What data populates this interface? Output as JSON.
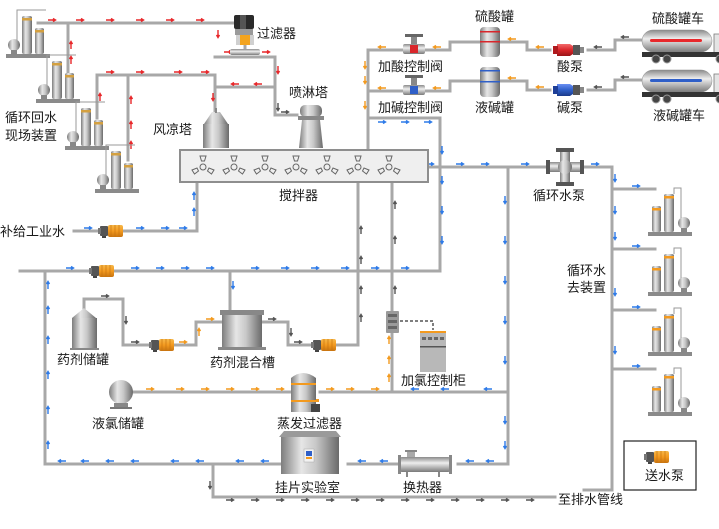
{
  "diagram": {
    "title": "循环水处理工艺流程",
    "colors": {
      "pipe": "#a8a8a8",
      "flow_red": "#e8282b",
      "flow_blue": "#2f7be8",
      "flow_orange": "#f39a1f",
      "flow_gray": "#555555",
      "acid_band": "#d9262b",
      "alkali_band": "#2f5fc8",
      "pump_orange": "#f0a020",
      "tank_band": "#e8a040"
    },
    "labels": {
      "filter": "过滤器",
      "spray_tower": "喷淋塔",
      "cooling_tower": "风凉塔",
      "agitator": "搅拌器",
      "return_water_device": [
        "循环回水",
        "现场装置"
      ],
      "makeup_water": "补给工业水",
      "acid_valve": "加酸控制阀",
      "alkali_valve": "加碱控制阀",
      "sulfuric_tank": "硫酸罐",
      "alkali_tank": "液碱罐",
      "acid_pump": "酸泵",
      "alkali_pump": "碱泵",
      "sulfuric_truck": "硫酸罐车",
      "alkali_truck": "液碱罐车",
      "circ_pump": "循环水泵",
      "circ_out_device": [
        "循环水",
        "去装置"
      ],
      "chem_storage": "药剂储罐",
      "chem_mix": "药剂混合槽",
      "chlorine_cabinet": "加氯控制柜",
      "liquid_chlorine": "液氯储罐",
      "evap_filter": "蒸发过滤器",
      "coupon_lab": "挂片实验室",
      "heat_exchanger": "换热器",
      "to_drain": "至排水管线"
    },
    "legend": {
      "item_label": "送水泵",
      "icon": "water-pump-icon"
    }
  }
}
